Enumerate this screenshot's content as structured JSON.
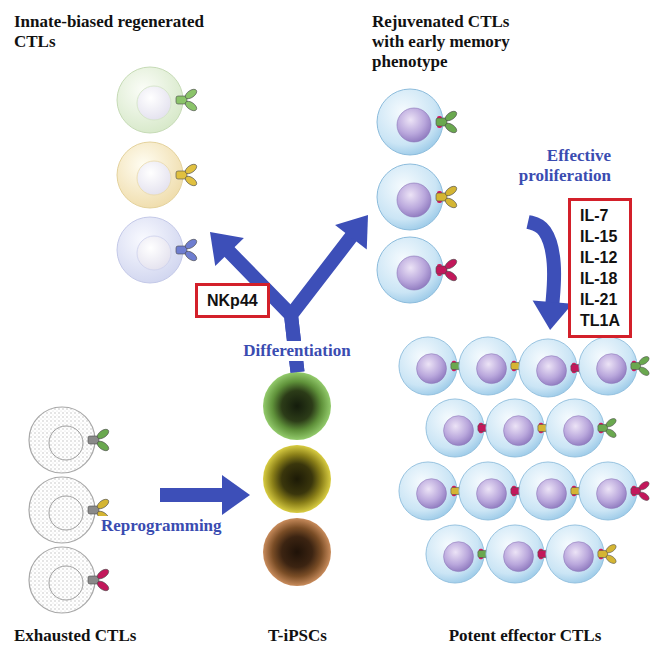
{
  "diagram": {
    "nodes": [
      {
        "text": [
          "Innate-biased regenerated CTLs"
        ]
      },
      {
        "text": [
          "Rejuvenated CTLs with early memory phenotype"
        ]
      },
      {
        "text": [
          "IL-7",
          "IL-15",
          "IL-12",
          "IL-18",
          "IL-21",
          "TL1A"
        ]
      },
      {
        "text": [
          "NKp44"
        ]
      },
      {
        "text": [
          "Exhausted CTLs"
        ]
      },
      {
        "text": [
          "T-iPSCs"
        ]
      },
      {
        "text": [
          "Potent effector CTLs"
        ]
      }
    ],
    "edges": [
      {
        "from": 4,
        "to": 5,
        "label": "Reprogramming",
        "arrow": "to"
      },
      {
        "from": 5,
        "to": 0,
        "label": "Differentiation",
        "arrow": "to"
      },
      {
        "from": 5,
        "to": 1,
        "arrow": "to"
      },
      {
        "from": 1,
        "to": 6,
        "label": "Effective proliferation",
        "arrow": "to"
      }
    ]
  }
}
